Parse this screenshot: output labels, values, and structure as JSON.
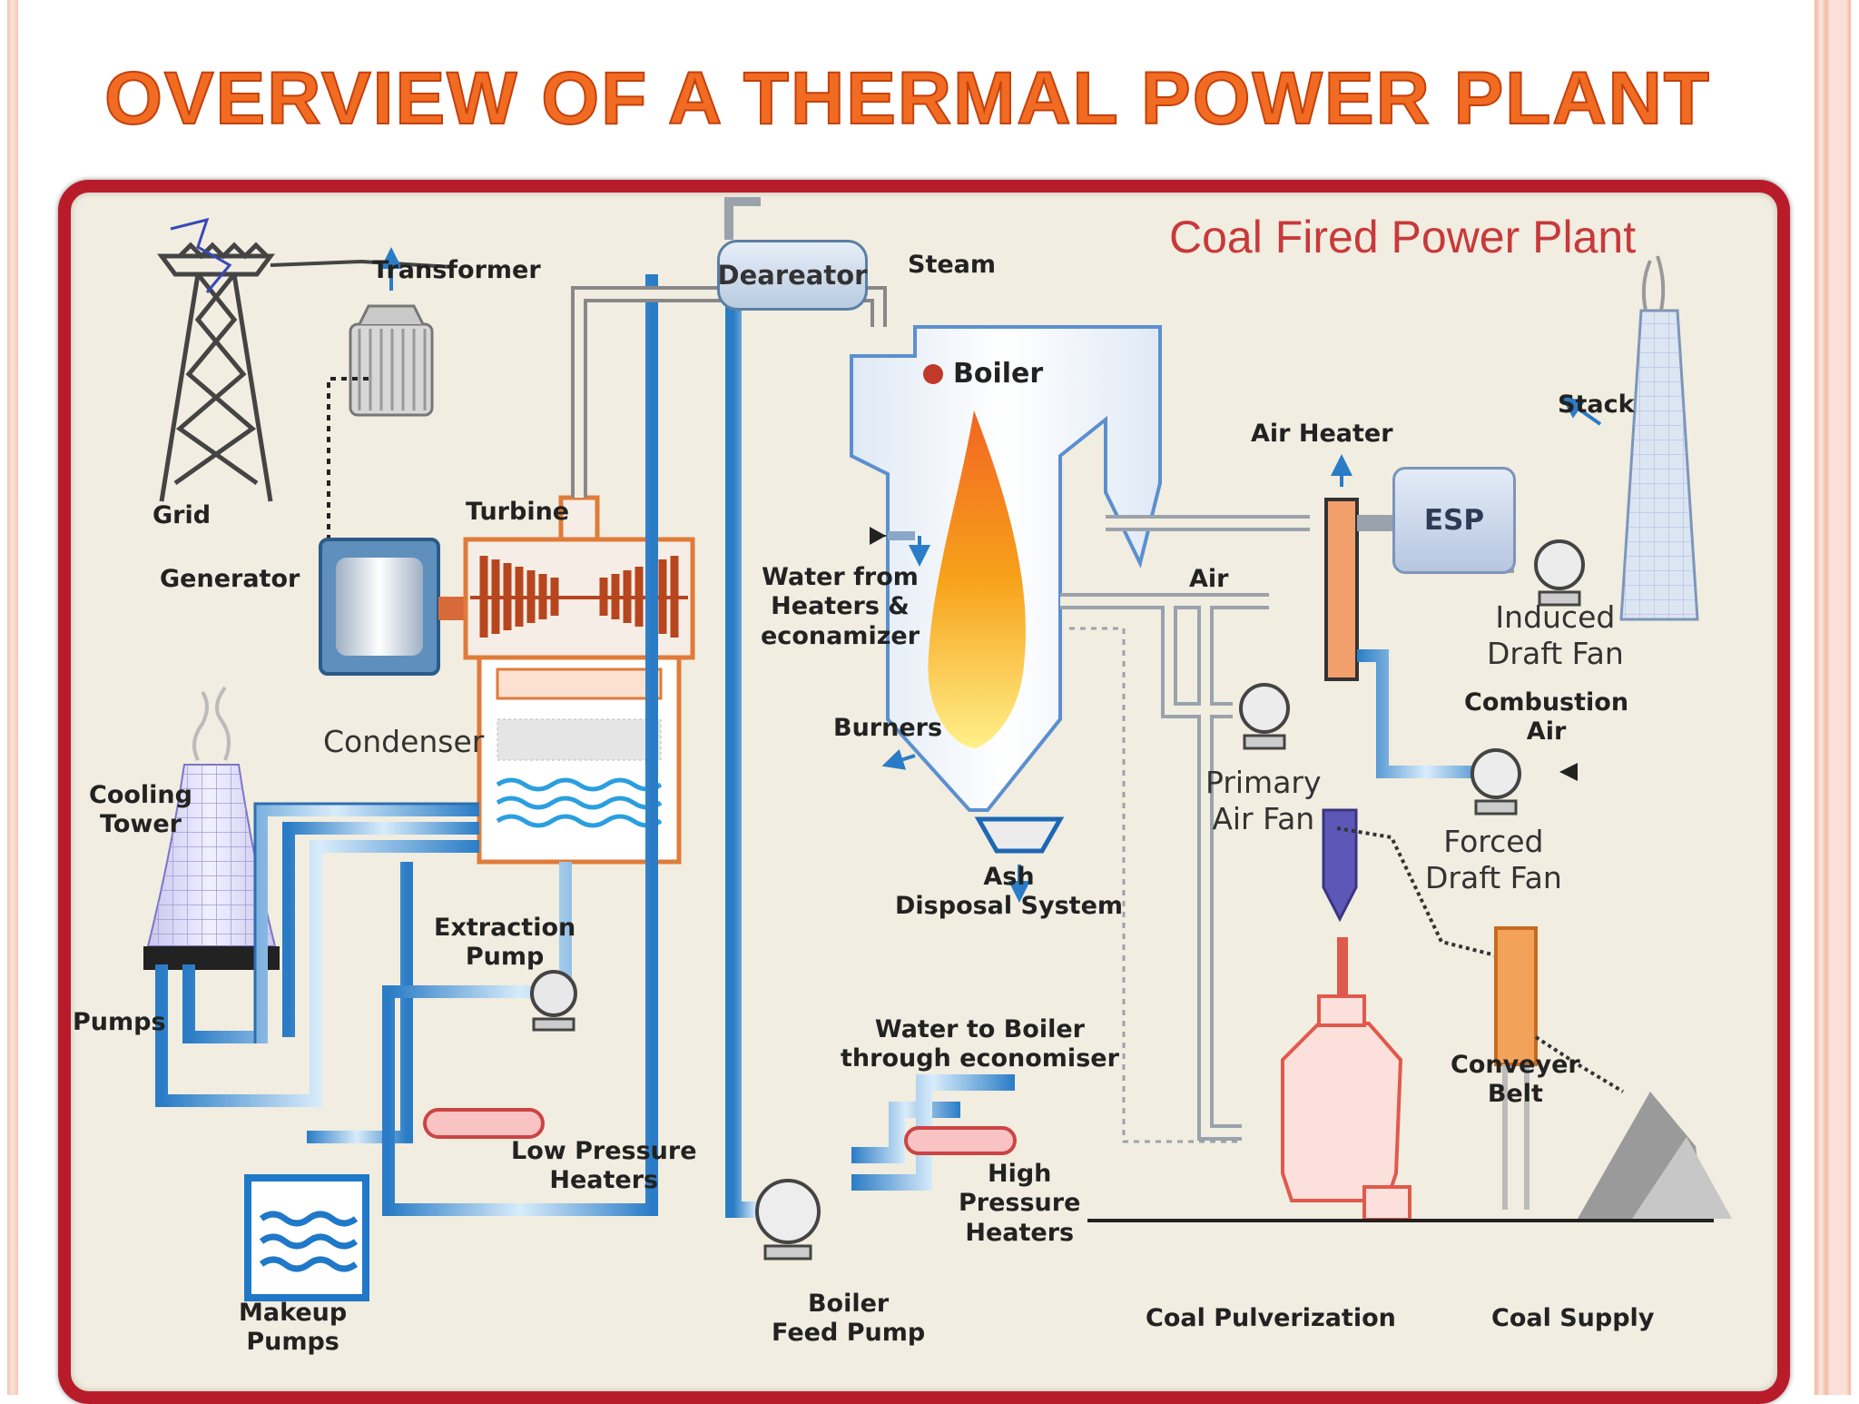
{
  "slide": {
    "title": "OVERVIEW OF A THERMAL POWER PLANT"
  },
  "diagram": {
    "heading": "Coal Fired Power Plant",
    "labels": {
      "transformer": "Transformer",
      "grid": "Grid",
      "generator": "Generator",
      "turbine": "Turbine",
      "condenser": "Condenser",
      "cooling_tower": "Cooling\nTower",
      "pumps": "Pumps",
      "makeup_pumps": "Makeup\nPumps",
      "extraction_pump": "Extraction\nPump",
      "low_pressure_heaters": "Low Pressure\nHeaters",
      "deareator": "Deareator",
      "steam": "Steam",
      "boiler": "Boiler",
      "water_from_heaters": "Water from\nHeaters &\neconamizer",
      "burners": "Burners",
      "ash_disposal": "Ash\nDisposal System",
      "water_to_boiler": "Water to Boiler\nthrough economiser",
      "high_pressure_heaters": "High\nPressure\nHeaters",
      "boiler_feed_pump": "Boiler\nFeed Pump",
      "air": "Air",
      "air_heater": "Air Heater",
      "esp": "ESP",
      "stack": "Stack",
      "induced_draft_fan": "Induced\nDraft Fan",
      "combustion_air": "Combustion\nAir",
      "forced_draft_fan": "Forced\nDraft Fan",
      "primary_air_fan": "Primary\nAir Fan",
      "conveyer_belt": "Conveyer\nBelt",
      "coal_pulverization": "Coal Pulverization",
      "coal_supply": "Coal Supply"
    },
    "colors": {
      "frame": "#b81c2a",
      "background": "#f1ede0",
      "water_pipe": "#3b8fd6",
      "steam_pipe": "#8a9098",
      "turbine": "#c0522d",
      "flame": "#f7a21a",
      "heading": "#c8393b",
      "title": "#f26b22"
    }
  }
}
